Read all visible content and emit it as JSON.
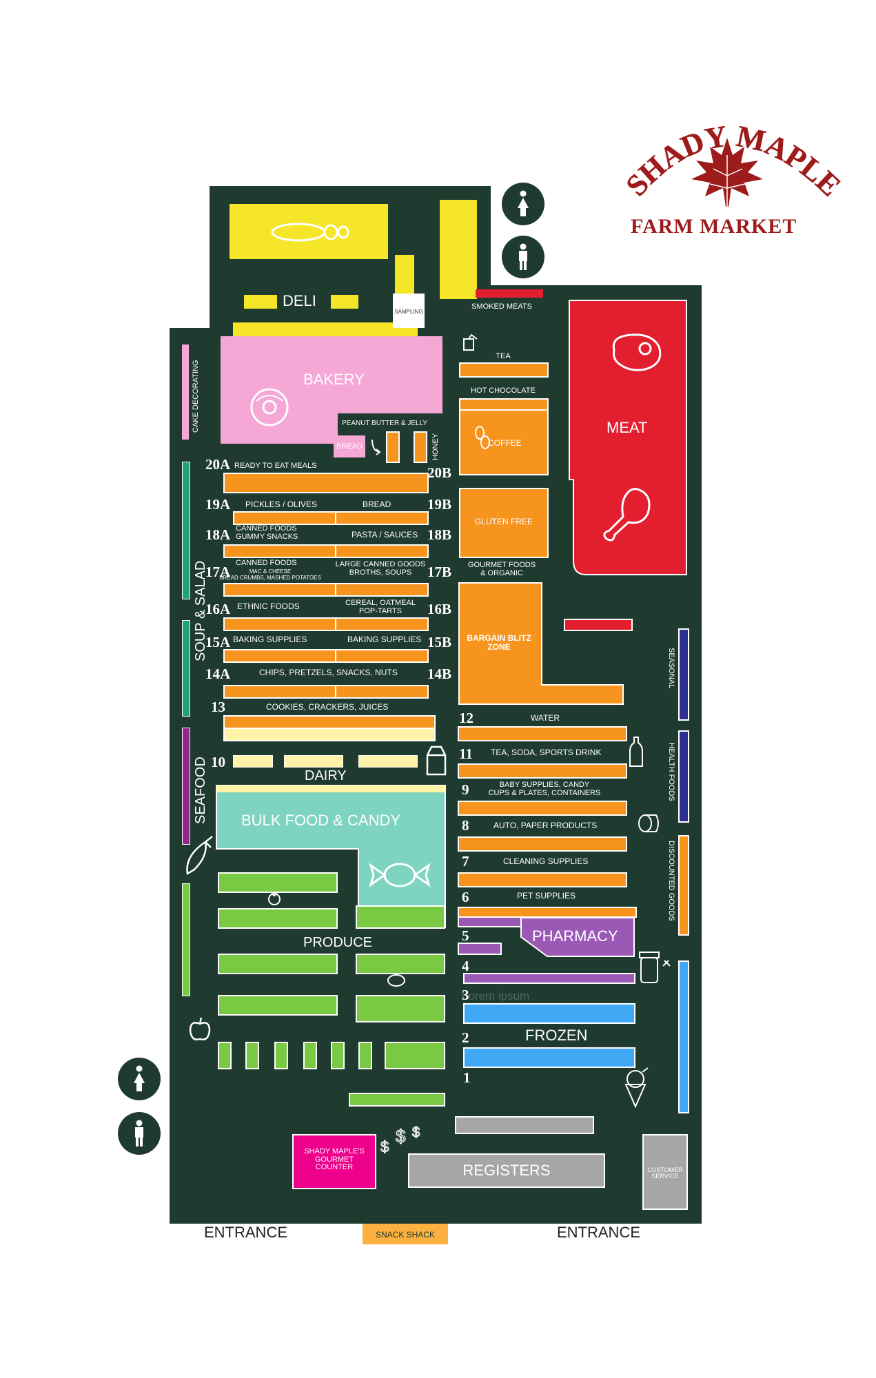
{
  "logo": {
    "line1": "SHADY MAPLE",
    "line2": "FARM MARKET"
  },
  "departments": {
    "deli": "DELI",
    "sampling": "SAMPLING",
    "smoked_meats": "SMOKED MEATS",
    "bakery": "BAKERY",
    "cake_decorating": "CAKE DECORATING",
    "tea": "TEA",
    "hot_chocolate": "HOT CHOCOLATE",
    "peanut_butter": "PEANUT BUTTER & JELLY",
    "bread_small": "BREAD",
    "honey": "HONEY",
    "coffee": "COFFEE",
    "meat": "MEAT",
    "gluten_free": "GLUTEN FREE",
    "gourmet_foods": "GOURMET FOODS\n& ORGANIC",
    "bargain_blitz": "BARGAIN BLITZ\nZONE",
    "seasonal": "SEASONAL",
    "health_foods": "HEALTH FOODS",
    "discounted_goods": "DISCOUNTED GOODS",
    "soup_salad": "SOUP & SALAD",
    "seafood": "SEAFOOD",
    "dairy": "DAIRY",
    "bulk_food": "BULK FOOD & CANDY",
    "produce": "PRODUCE",
    "pharmacy": "PHARMACY",
    "frozen": "FROZEN",
    "gourmet_counter": "SHADY MAPLE'S\nGOURMET\nCOUNTER",
    "registers": "REGISTERS",
    "customer_service": "CUSTOMER\nSERVICE",
    "snack_shack": "SNACK SHACK",
    "entrance_left": "ENTRANCE",
    "entrance_right": "ENTRANCE",
    "lorem": "Lorem ipsum"
  },
  "aisles_left": [
    {
      "num": "20A",
      "label": "READY TO EAT MEALS"
    },
    {
      "num": "19A",
      "label": "PICKLES / OLIVES"
    },
    {
      "num": "18A",
      "label": "CANNED FOODS\nGUMMY SNACKS"
    },
    {
      "num": "17A",
      "label": "CANNED FOODS",
      "sub": "MAC & CHEESE\nBREAD CRUMBS, MASHED POTATOES"
    },
    {
      "num": "16A",
      "label": "ETHNIC FOODS"
    },
    {
      "num": "15A",
      "label": "BAKING SUPPLIES"
    },
    {
      "num": "14A",
      "label": ""
    },
    {
      "num": "13",
      "label": "COOKIES, CRACKERS, JUICES"
    },
    {
      "num": "10",
      "label": ""
    }
  ],
  "aisles_right": [
    {
      "num": "20B",
      "label": ""
    },
    {
      "num": "19B",
      "label": "BREAD"
    },
    {
      "num": "18B",
      "label": "PASTA / SAUCES"
    },
    {
      "num": "17B",
      "label": "LARGE CANNED GOODS\nBROTHS, SOUPS"
    },
    {
      "num": "16B",
      "label": "CEREAL, OATMEAL\nPOP-TARTS"
    },
    {
      "num": "15B",
      "label": "BAKING SUPPLIES"
    },
    {
      "num": "14B",
      "label": ""
    }
  ],
  "aisle_14_label": "CHIPS, PRETZELS, SNACKS, NUTS",
  "aisles_grocery": [
    {
      "num": "12",
      "label": "WATER"
    },
    {
      "num": "11",
      "label": "TEA, SODA, SPORTS DRINK"
    },
    {
      "num": "9",
      "label": "BABY SUPPLIES, CANDY\nCUPS & PLATES, CONTAINERS"
    },
    {
      "num": "8",
      "label": "AUTO, PAPER PRODUCTS"
    },
    {
      "num": "7",
      "label": "CLEANING SUPPLIES"
    },
    {
      "num": "6",
      "label": "PET SUPPLIES"
    },
    {
      "num": "5",
      "label": ""
    },
    {
      "num": "4",
      "label": ""
    },
    {
      "num": "3",
      "label": ""
    },
    {
      "num": "2",
      "label": ""
    },
    {
      "num": "1",
      "label": ""
    }
  ],
  "colors": {
    "floor": "#1f3a2e",
    "yellow": "#f5e62a",
    "pink": "#f5a8d6",
    "orange": "#f7941d",
    "red": "#e31e2f",
    "green": "#7ac943",
    "teal": "#7fd4c1",
    "purple": "#9b59b6",
    "blue": "#3fa9f5",
    "gray": "#a6a6a6",
    "magenta": "#ec008c",
    "brand": "#9e1b1b"
  }
}
